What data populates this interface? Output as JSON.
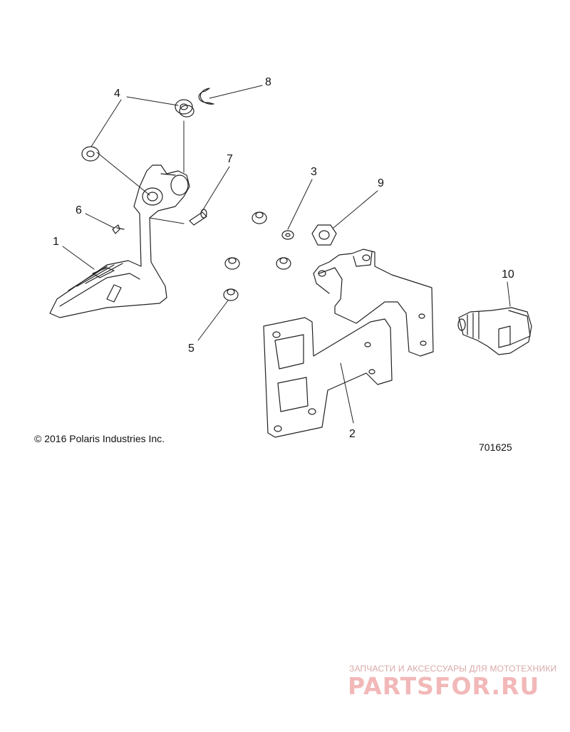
{
  "callouts": {
    "c1": "1",
    "c2": "2",
    "c3": "3",
    "c4": "4",
    "c5": "5",
    "c6": "6",
    "c7": "7",
    "c8": "8",
    "c9": "9",
    "c10": "10"
  },
  "copyright": "© 2016 Polaris Industries Inc.",
  "drawing_number": "701625",
  "watermark": {
    "tagline": "ЗАПЧАСТИ И АКСЕССУАРЫ ДЛЯ МОТОТЕХНИКИ",
    "logo": "PARTSFOR.RU"
  },
  "colors": {
    "line": "#222222",
    "watermark": "#f2b8b8"
  }
}
